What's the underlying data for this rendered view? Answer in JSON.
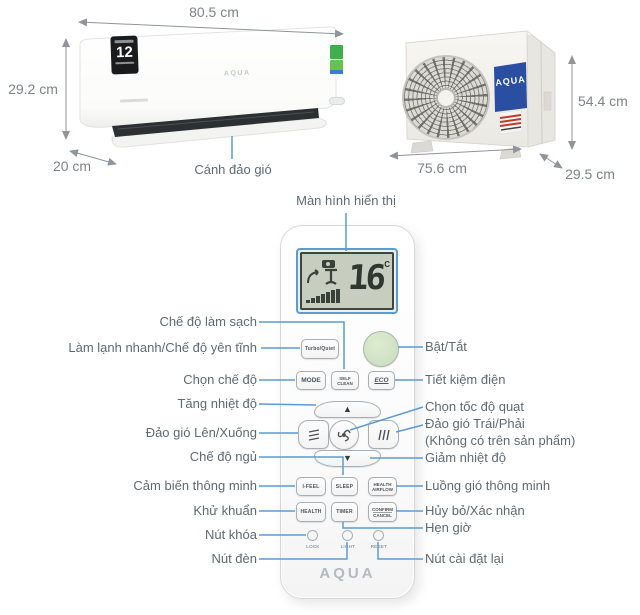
{
  "colors": {
    "leader_line": "#5b9bd5",
    "label_text": "#5f6a73",
    "dimension_text": "#7d8388",
    "lcd_frame": "#5f9ccc",
    "lcd_background": "#c7cdbf",
    "power_button": "#cfe3c4",
    "outdoor_brand_bg": "#2a4fa2",
    "warranty_badge_bg": "#1a1b1d"
  },
  "indoor_unit": {
    "width": "80.5 cm",
    "height": "29.2 cm",
    "depth": "20 cm",
    "louver_label": "Cánh đảo gió",
    "warranty_badge": "12",
    "brand": "AQUA"
  },
  "outdoor_unit": {
    "height": "54.4 cm",
    "width": "75.6 cm",
    "depth": "29.5 cm",
    "brand": "AQUA"
  },
  "remote": {
    "display_label": "Màn hình hiển thị",
    "lcd": {
      "temperature": "16",
      "unit": "C"
    },
    "buttons": {
      "turbo_quiet": "Turbo/Quiet",
      "mode": "MODE",
      "self_clean_line1": "SELF",
      "self_clean_line2": "CLEAN",
      "eco": "ECO",
      "up_icon": "▲",
      "down_icon": "▼",
      "i_feel": "I-FEEL",
      "sleep": "SLEEP",
      "health_airflow_line1": "HEALTH",
      "health_airflow_line2": "AIRFLOW",
      "health": "HEALTH",
      "timer": "TIMER",
      "confirm_line1": "CONFIRM",
      "confirm_line2": "CANCEL",
      "lock": "LOCK",
      "light": "LIGHT",
      "reset": "RESET"
    },
    "brand": "AQUA"
  },
  "annotations": {
    "left": [
      {
        "text": "Chế độ làm sạch"
      },
      {
        "text": "Làm lạnh nhanh/Chế độ yên tĩnh"
      },
      {
        "text": "Chọn chế độ"
      },
      {
        "text": "Tăng nhiệt độ"
      },
      {
        "text": "Đảo gió Lên/Xuống"
      },
      {
        "text": "Chế độ ngủ"
      },
      {
        "text": "Cảm biến thông minh"
      },
      {
        "text": "Khử khuẩn"
      },
      {
        "text": "Nút khóa"
      },
      {
        "text": "Nút đèn"
      }
    ],
    "right": [
      {
        "text": "Bật/Tắt"
      },
      {
        "text": "Tiết kiệm điện"
      },
      {
        "text": "Chọn tốc độ quạt"
      },
      {
        "text": "Đảo gió Trái/Phải"
      },
      {
        "text": "(Không có trên sản phẩm)"
      },
      {
        "text": "Giảm nhiệt độ"
      },
      {
        "text": "Luồng gió thông minh"
      },
      {
        "text": "Hủy bỏ/Xác nhận"
      },
      {
        "text": "Hẹn giờ"
      },
      {
        "text": "Nút cài đặt lại"
      }
    ]
  }
}
